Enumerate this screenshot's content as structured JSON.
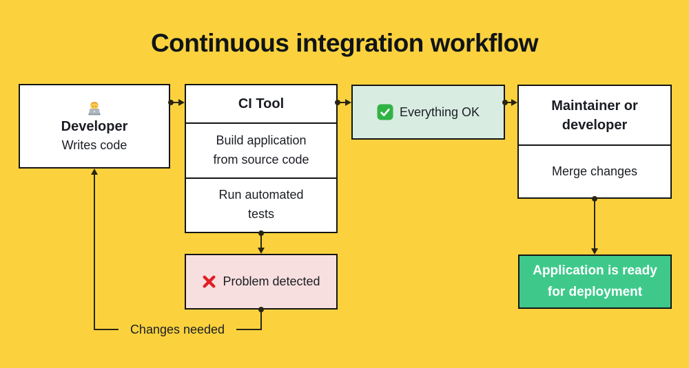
{
  "title": "Continuous integration workflow",
  "nodes": {
    "developer": {
      "icon": "technologist-emoji",
      "title": "Developer",
      "subtitle": "Writes code"
    },
    "ci_tool": {
      "title": "CI Tool",
      "steps": [
        {
          "text": "Build application from source code"
        },
        {
          "text": "Run automated tests"
        }
      ]
    },
    "everything_ok": {
      "icon": "check-mark-emoji",
      "label": "Everything OK"
    },
    "maintainer": {
      "title": "Maintainer or developer",
      "action": "Merge changes"
    },
    "problem_detected": {
      "icon": "cross-mark-emoji",
      "label": "Problem detected"
    },
    "deployment": {
      "label": "Application is ready for deployment"
    }
  },
  "connectors": {
    "changes_needed_label": "Changes needed"
  },
  "colors": {
    "background": "#FBD23E",
    "box_white": "#FFFFFF",
    "box_mint": "#D9ECE2",
    "box_pink": "#F8DFDF",
    "box_green": "#3EC98B",
    "border": "#141414",
    "line": "#2A2513",
    "text": "#1A1D23",
    "title": "#101418",
    "deploy_text": "#FFFFFF",
    "check_green": "#2FB344",
    "cross_red": "#E01E25"
  }
}
